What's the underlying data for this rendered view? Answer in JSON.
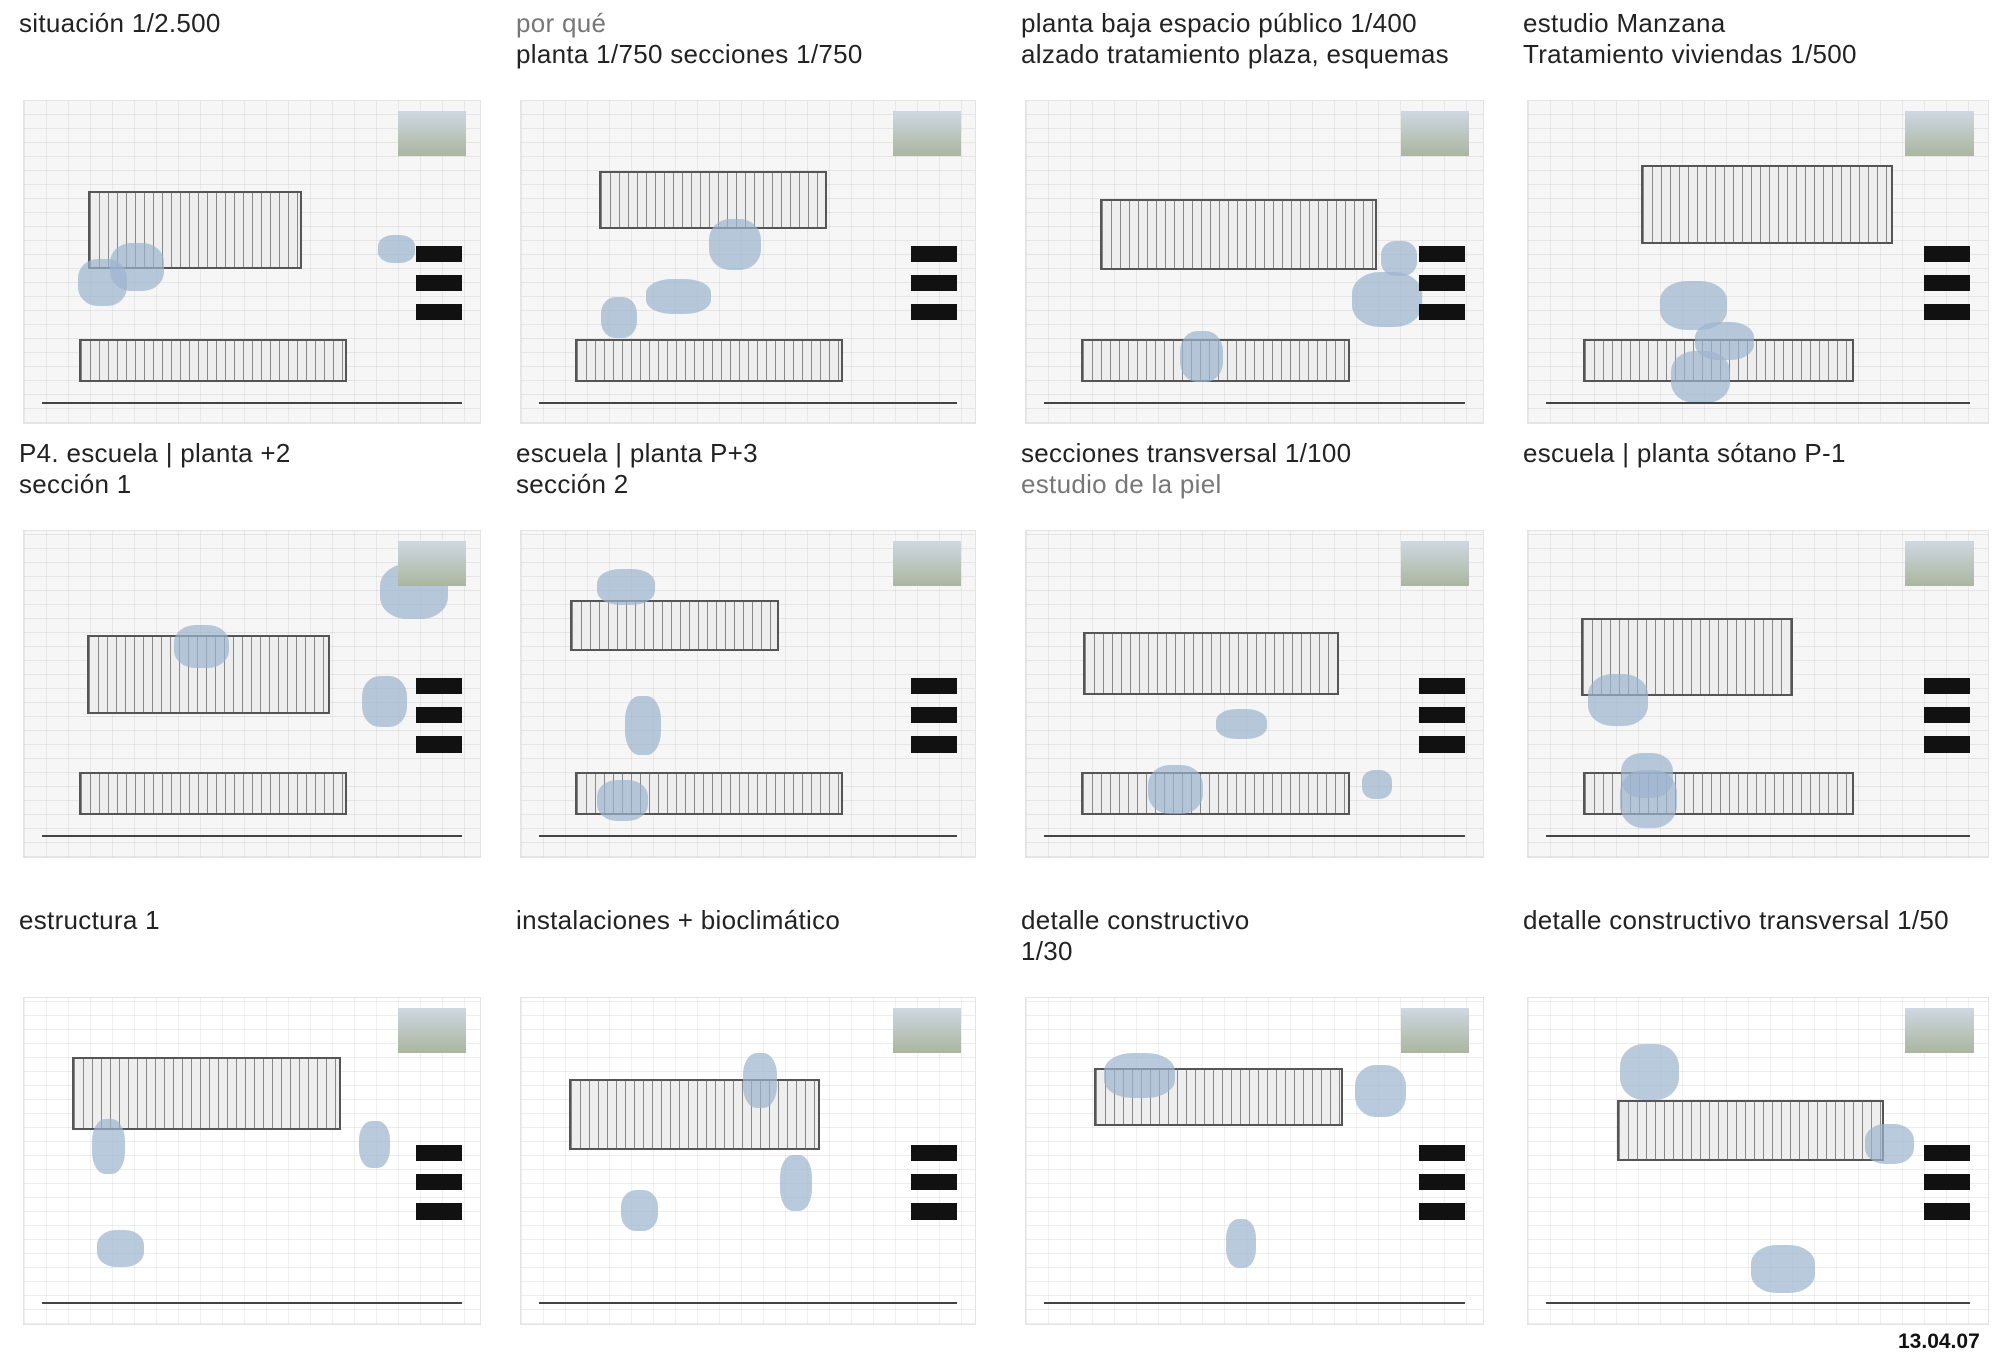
{
  "sheets": [
    {
      "title_lines": [
        "situación 1/2.500"
      ],
      "subtitle": ""
    },
    {
      "title_lines": [
        "por qué",
        "planta 1/750 secciones 1/750"
      ],
      "subtitle": ""
    },
    {
      "title_lines": [
        "planta baja espacio público  1/400",
        "alzado tratamiento plaza, esquemas"
      ],
      "subtitle": ""
    },
    {
      "title_lines": [
        "estudio Manzana",
        "Tratamiento viviendas 1/500"
      ],
      "subtitle": ""
    },
    {
      "title_lines": [
        "P4. escuela | planta  +2",
        "sección 1"
      ],
      "subtitle": ""
    },
    {
      "title_lines": [
        "escuela | planta P+3",
        "sección 2"
      ],
      "subtitle": ""
    },
    {
      "title_lines": [
        "secciones transversal 1/100"
      ],
      "subtitle": "estudio de la piel"
    },
    {
      "title_lines": [
        "escuela | planta sótano  P-1"
      ],
      "subtitle": ""
    },
    {
      "title_lines": [
        "estructura 1"
      ],
      "subtitle": ""
    },
    {
      "title_lines": [
        "instalaciones + bioclimático"
      ],
      "subtitle": ""
    },
    {
      "title_lines": [
        "detalle constructivo",
        "1/30"
      ],
      "subtitle": ""
    },
    {
      "title_lines": [
        "detalle constructivo transversal 1/50"
      ],
      "subtitle": ""
    }
  ],
  "date": "13.04.07",
  "colors": {
    "accent_blue": "#9db4cf",
    "text": "#222222"
  }
}
